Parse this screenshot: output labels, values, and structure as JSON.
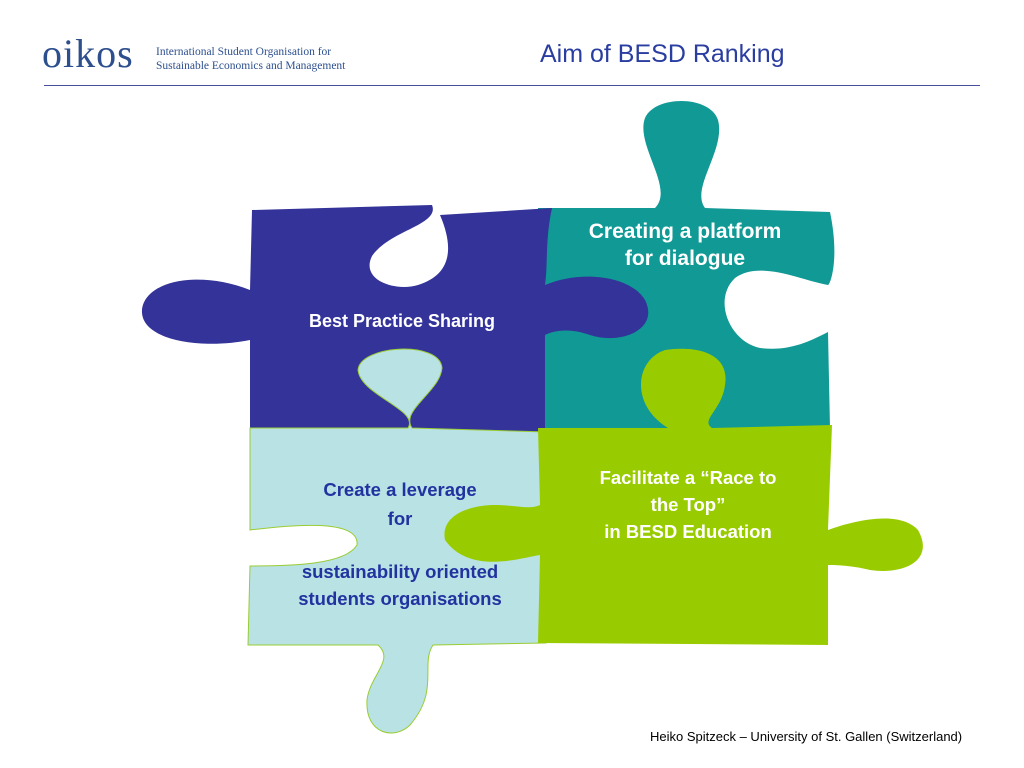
{
  "header": {
    "logo_word": "oikos",
    "logo_line1": "International Student Organisation for",
    "logo_line2": "Sustainable Economics and Management",
    "title": "Aim of BESD Ranking"
  },
  "puzzle": {
    "teal": {
      "line1": "Creating a platform",
      "line2": "for dialogue",
      "color": "#119995"
    },
    "blue": {
      "text": "Best Practice Sharing",
      "color": "#333399"
    },
    "lightblue": {
      "line1": "Create a leverage",
      "line2": "for",
      "line3": "sustainability oriented",
      "line4": "students organisations",
      "color": "#b9e2e5"
    },
    "lime": {
      "line1": "Facilitate a “Race to",
      "line2": "the Top”",
      "line3": "in BESD Education",
      "color": "#99cc00"
    }
  },
  "footer": {
    "text": "Heiko Spitzeck – University of St. Gallen (Switzerland)"
  }
}
